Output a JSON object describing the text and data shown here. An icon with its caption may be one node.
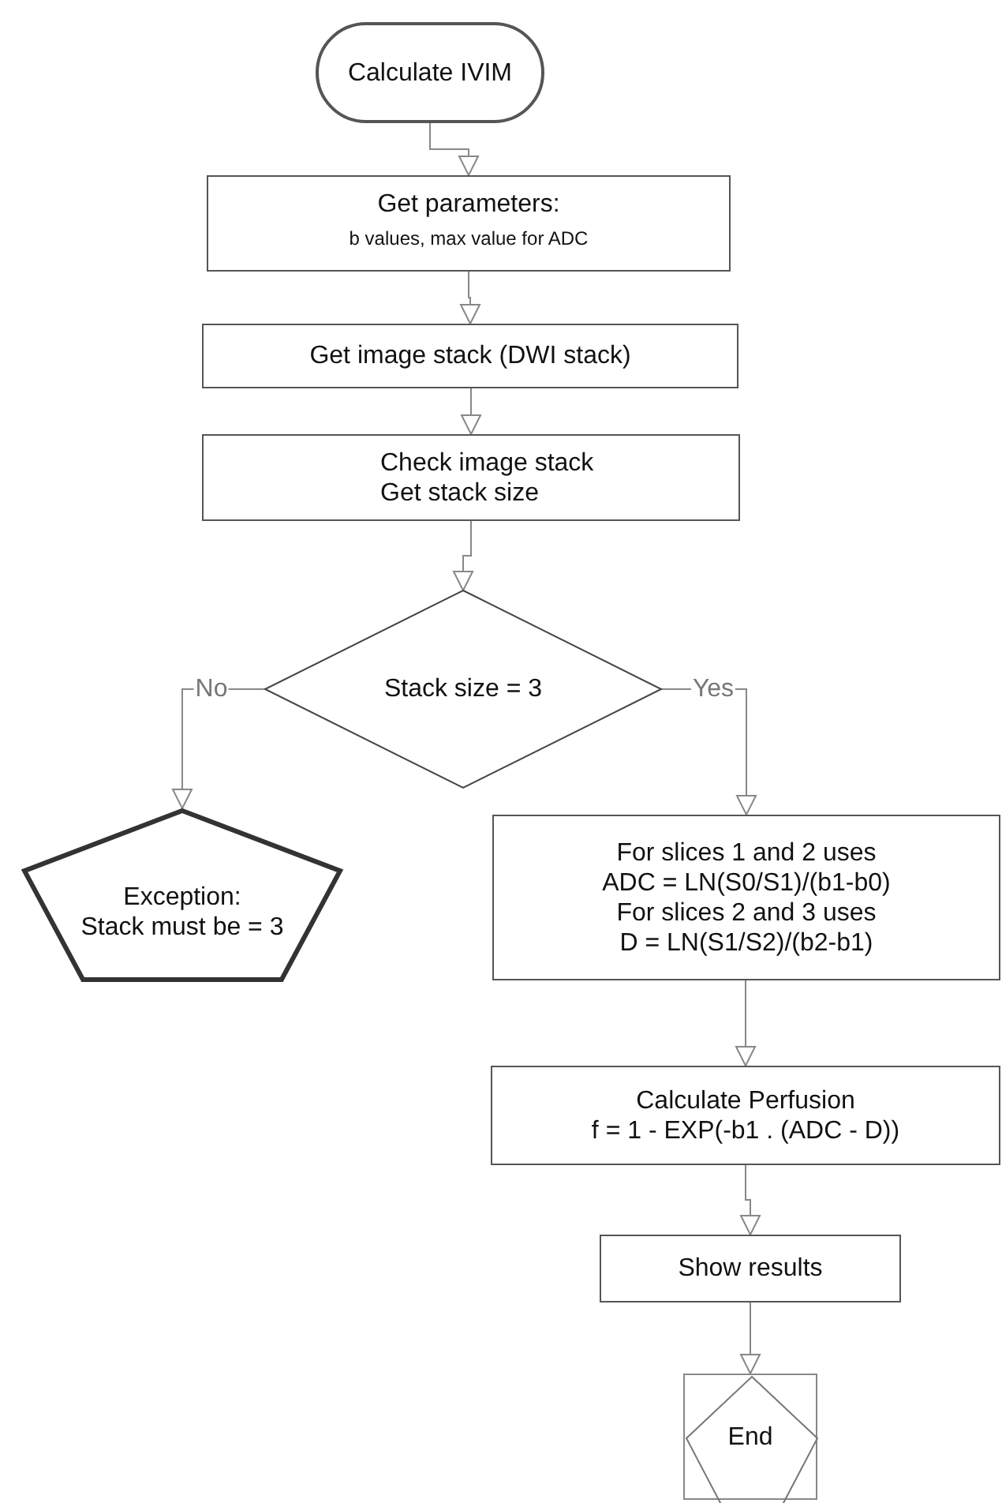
{
  "diagram": {
    "nodes": [
      {
        "text": [
          "Calculate IVIM"
        ]
      },
      {
        "text": [
          "Get parameters:",
          "b values, max value for ADC"
        ]
      },
      {
        "text": [
          "Get image stack (DWI stack)"
        ]
      },
      {
        "text": [
          "Check image stack",
          "Get stack size"
        ]
      },
      {
        "text": [
          "Stack size = 3"
        ]
      },
      {
        "text": [
          "Exception:",
          "Stack must be = 3"
        ]
      },
      {
        "text": [
          "For slices 1 and 2 uses",
          "ADC = LN(S0/S1)/(b1-b0)",
          "For slices 2 and 3 uses",
          "D = LN(S1/S2)/(b2-b1)"
        ]
      },
      {
        "text": [
          "Calculate Perfusion",
          "f = 1 - EXP(-b1 . (ADC - D))"
        ]
      },
      {
        "text": [
          "Show results"
        ]
      },
      {
        "text": [
          "End"
        ]
      }
    ],
    "edges": [
      {
        "from": 0,
        "to": 1,
        "arrow": "to"
      },
      {
        "from": 1,
        "to": 2,
        "arrow": "to"
      },
      {
        "from": 2,
        "to": 3,
        "arrow": "to"
      },
      {
        "from": 3,
        "to": 4,
        "arrow": "to"
      },
      {
        "from": 4,
        "to": 5,
        "arrow": "to",
        "label": "No"
      },
      {
        "from": 4,
        "to": 6,
        "arrow": "to",
        "label": "Yes"
      },
      {
        "from": 6,
        "to": 7,
        "arrow": "to"
      },
      {
        "from": 7,
        "to": 8,
        "arrow": "to"
      },
      {
        "from": 8,
        "to": 9,
        "arrow": "to"
      }
    ]
  }
}
